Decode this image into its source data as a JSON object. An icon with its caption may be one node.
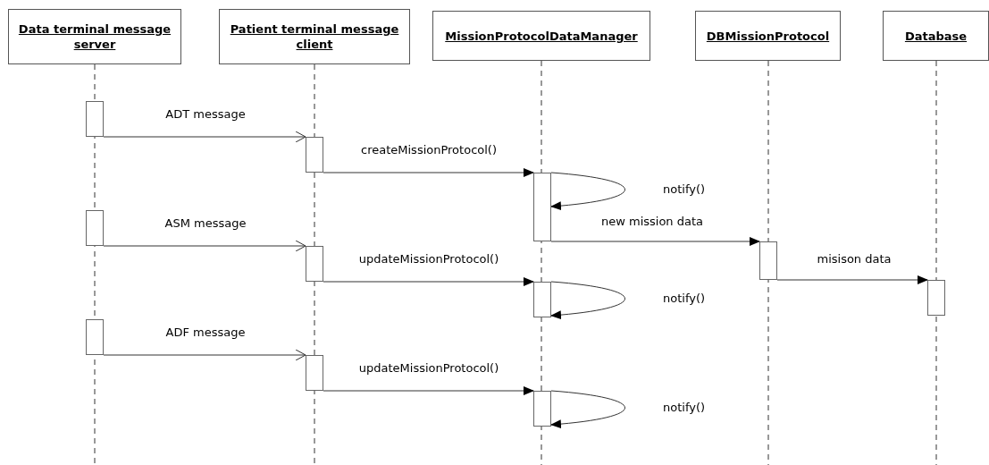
{
  "diagram": {
    "nodes": [
      {
        "text": [
          "Data terminal message server"
        ]
      },
      {
        "text": [
          "Patient terminal message client"
        ]
      },
      {
        "text": [
          "MissionProtocolDataManager"
        ]
      },
      {
        "text": [
          "DBMissionProtocol"
        ]
      },
      {
        "text": [
          "Database"
        ]
      },
      {
        "text": [],
        "shape": "bar"
      },
      {
        "text": [],
        "shape": "bar"
      },
      {
        "text": [],
        "shape": "bar"
      },
      {
        "text": [],
        "shape": "bar"
      },
      {
        "text": [],
        "shape": "bar"
      },
      {
        "text": [],
        "shape": "bar"
      },
      {
        "text": [],
        "shape": "bar"
      },
      {
        "text": [],
        "shape": "bar"
      },
      {
        "text": [],
        "shape": "bar"
      },
      {
        "text": [],
        "shape": "bar"
      },
      {
        "text": [],
        "shape": "bar"
      }
    ],
    "edges": [
      {
        "from": 5,
        "to": 6,
        "arrow": "to",
        "label": "ADT message"
      },
      {
        "from": 6,
        "to": 7,
        "arrow": "to",
        "label": "createMissionProtocol()"
      },
      {
        "from": 7,
        "to": 7,
        "arrow": "to",
        "label": "notify()"
      },
      {
        "from": 8,
        "to": 10,
        "arrow": "to",
        "label": "ASM message"
      },
      {
        "from": 7,
        "to": 9,
        "arrow": "to",
        "label": "new mission data"
      },
      {
        "from": 10,
        "to": 11,
        "arrow": "to",
        "label": "updateMissionProtocol()"
      },
      {
        "from": 11,
        "to": 11,
        "arrow": "to",
        "label": "notify()"
      },
      {
        "from": 9,
        "to": 12,
        "arrow": "to",
        "label": "misison data"
      },
      {
        "from": 13,
        "to": 14,
        "arrow": "to",
        "label": "ADF message"
      },
      {
        "from": 14,
        "to": 15,
        "arrow": "to",
        "label": "updateMissionProtocol()"
      },
      {
        "from": 15,
        "to": 15,
        "arrow": "to",
        "label": "notify()"
      }
    ]
  }
}
